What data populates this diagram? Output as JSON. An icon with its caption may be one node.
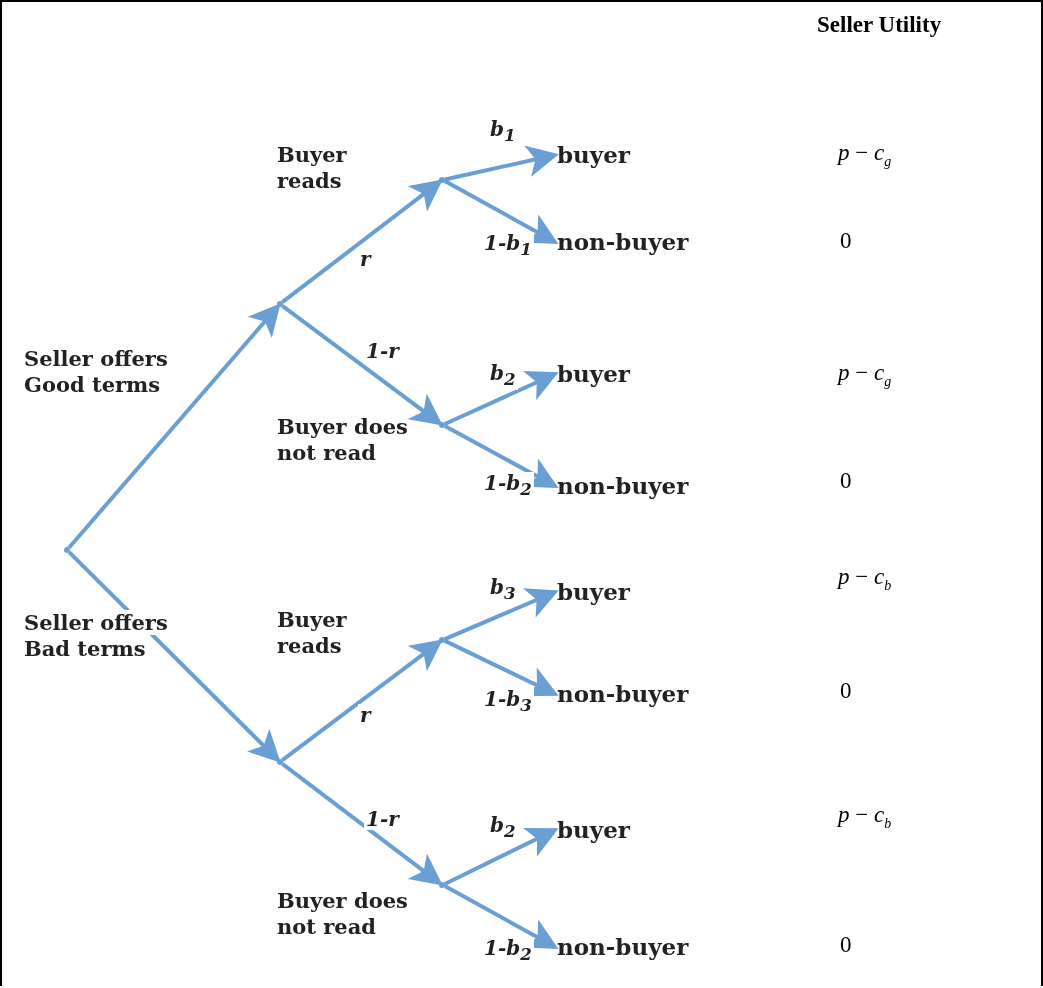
{
  "diagram": {
    "title": "Seller Utility",
    "nodes": [
      {
        "text": [],
        "shape": "dot"
      },
      {
        "text": [],
        "shape": "dot"
      },
      {
        "text": [],
        "shape": "dot"
      },
      {
        "text": [],
        "shape": "dot"
      },
      {
        "text": [],
        "shape": "dot"
      },
      {
        "text": [],
        "shape": "dot"
      },
      {
        "text": [],
        "shape": "dot"
      },
      {
        "text": [
          "buyer"
        ]
      },
      {
        "text": [
          "non-buyer"
        ]
      },
      {
        "text": [
          "buyer"
        ]
      },
      {
        "text": [
          "non-buyer"
        ]
      },
      {
        "text": [
          "buyer"
        ]
      },
      {
        "text": [
          "non-buyer"
        ]
      },
      {
        "text": [
          "buyer"
        ]
      },
      {
        "text": [
          "non-buyer"
        ]
      }
    ],
    "edges": [
      {
        "from": 0,
        "to": 1,
        "arrow": "to"
      },
      {
        "from": 0,
        "to": 2,
        "arrow": "to"
      },
      {
        "from": 1,
        "to": 3,
        "arrow": "to",
        "label": "r"
      },
      {
        "from": 1,
        "to": 4,
        "arrow": "to",
        "label": "1-r"
      },
      {
        "from": 2,
        "to": 5,
        "arrow": "to",
        "label": "r"
      },
      {
        "from": 2,
        "to": 6,
        "arrow": "to",
        "label": "1-r"
      },
      {
        "from": 3,
        "to": 7,
        "arrow": "to",
        "label": "b$_{1}$"
      },
      {
        "from": 3,
        "to": 8,
        "arrow": "to",
        "label": "1-b$_{1}$"
      },
      {
        "from": 4,
        "to": 9,
        "arrow": "to",
        "label": "b$_{2}$"
      },
      {
        "from": 4,
        "to": 10,
        "arrow": "to",
        "label": "1-b$_{2}$"
      },
      {
        "from": 5,
        "to": 11,
        "arrow": "to",
        "label": "b$_{3}$"
      },
      {
        "from": 5,
        "to": 12,
        "arrow": "to",
        "label": "1-b$_{3}$"
      },
      {
        "from": 6,
        "to": 13,
        "arrow": "to",
        "label": "b$_{2}$"
      },
      {
        "from": 6,
        "to": 14,
        "arrow": "to",
        "label": "1-b$_{2}$"
      }
    ],
    "labels": [
      "*p* − *c*$_{g}$",
      "Buyer reads",
      "0",
      "Seller offers Good terms",
      "*p* − *c*$_{g}$",
      "Buyer does not read",
      "0",
      "*p* − *c*$_{b}$",
      "Seller offers Bad terms",
      "Buyer reads",
      "0",
      "*p* − *c*$_{b}$",
      "Buyer does not read",
      "0"
    ]
  }
}
